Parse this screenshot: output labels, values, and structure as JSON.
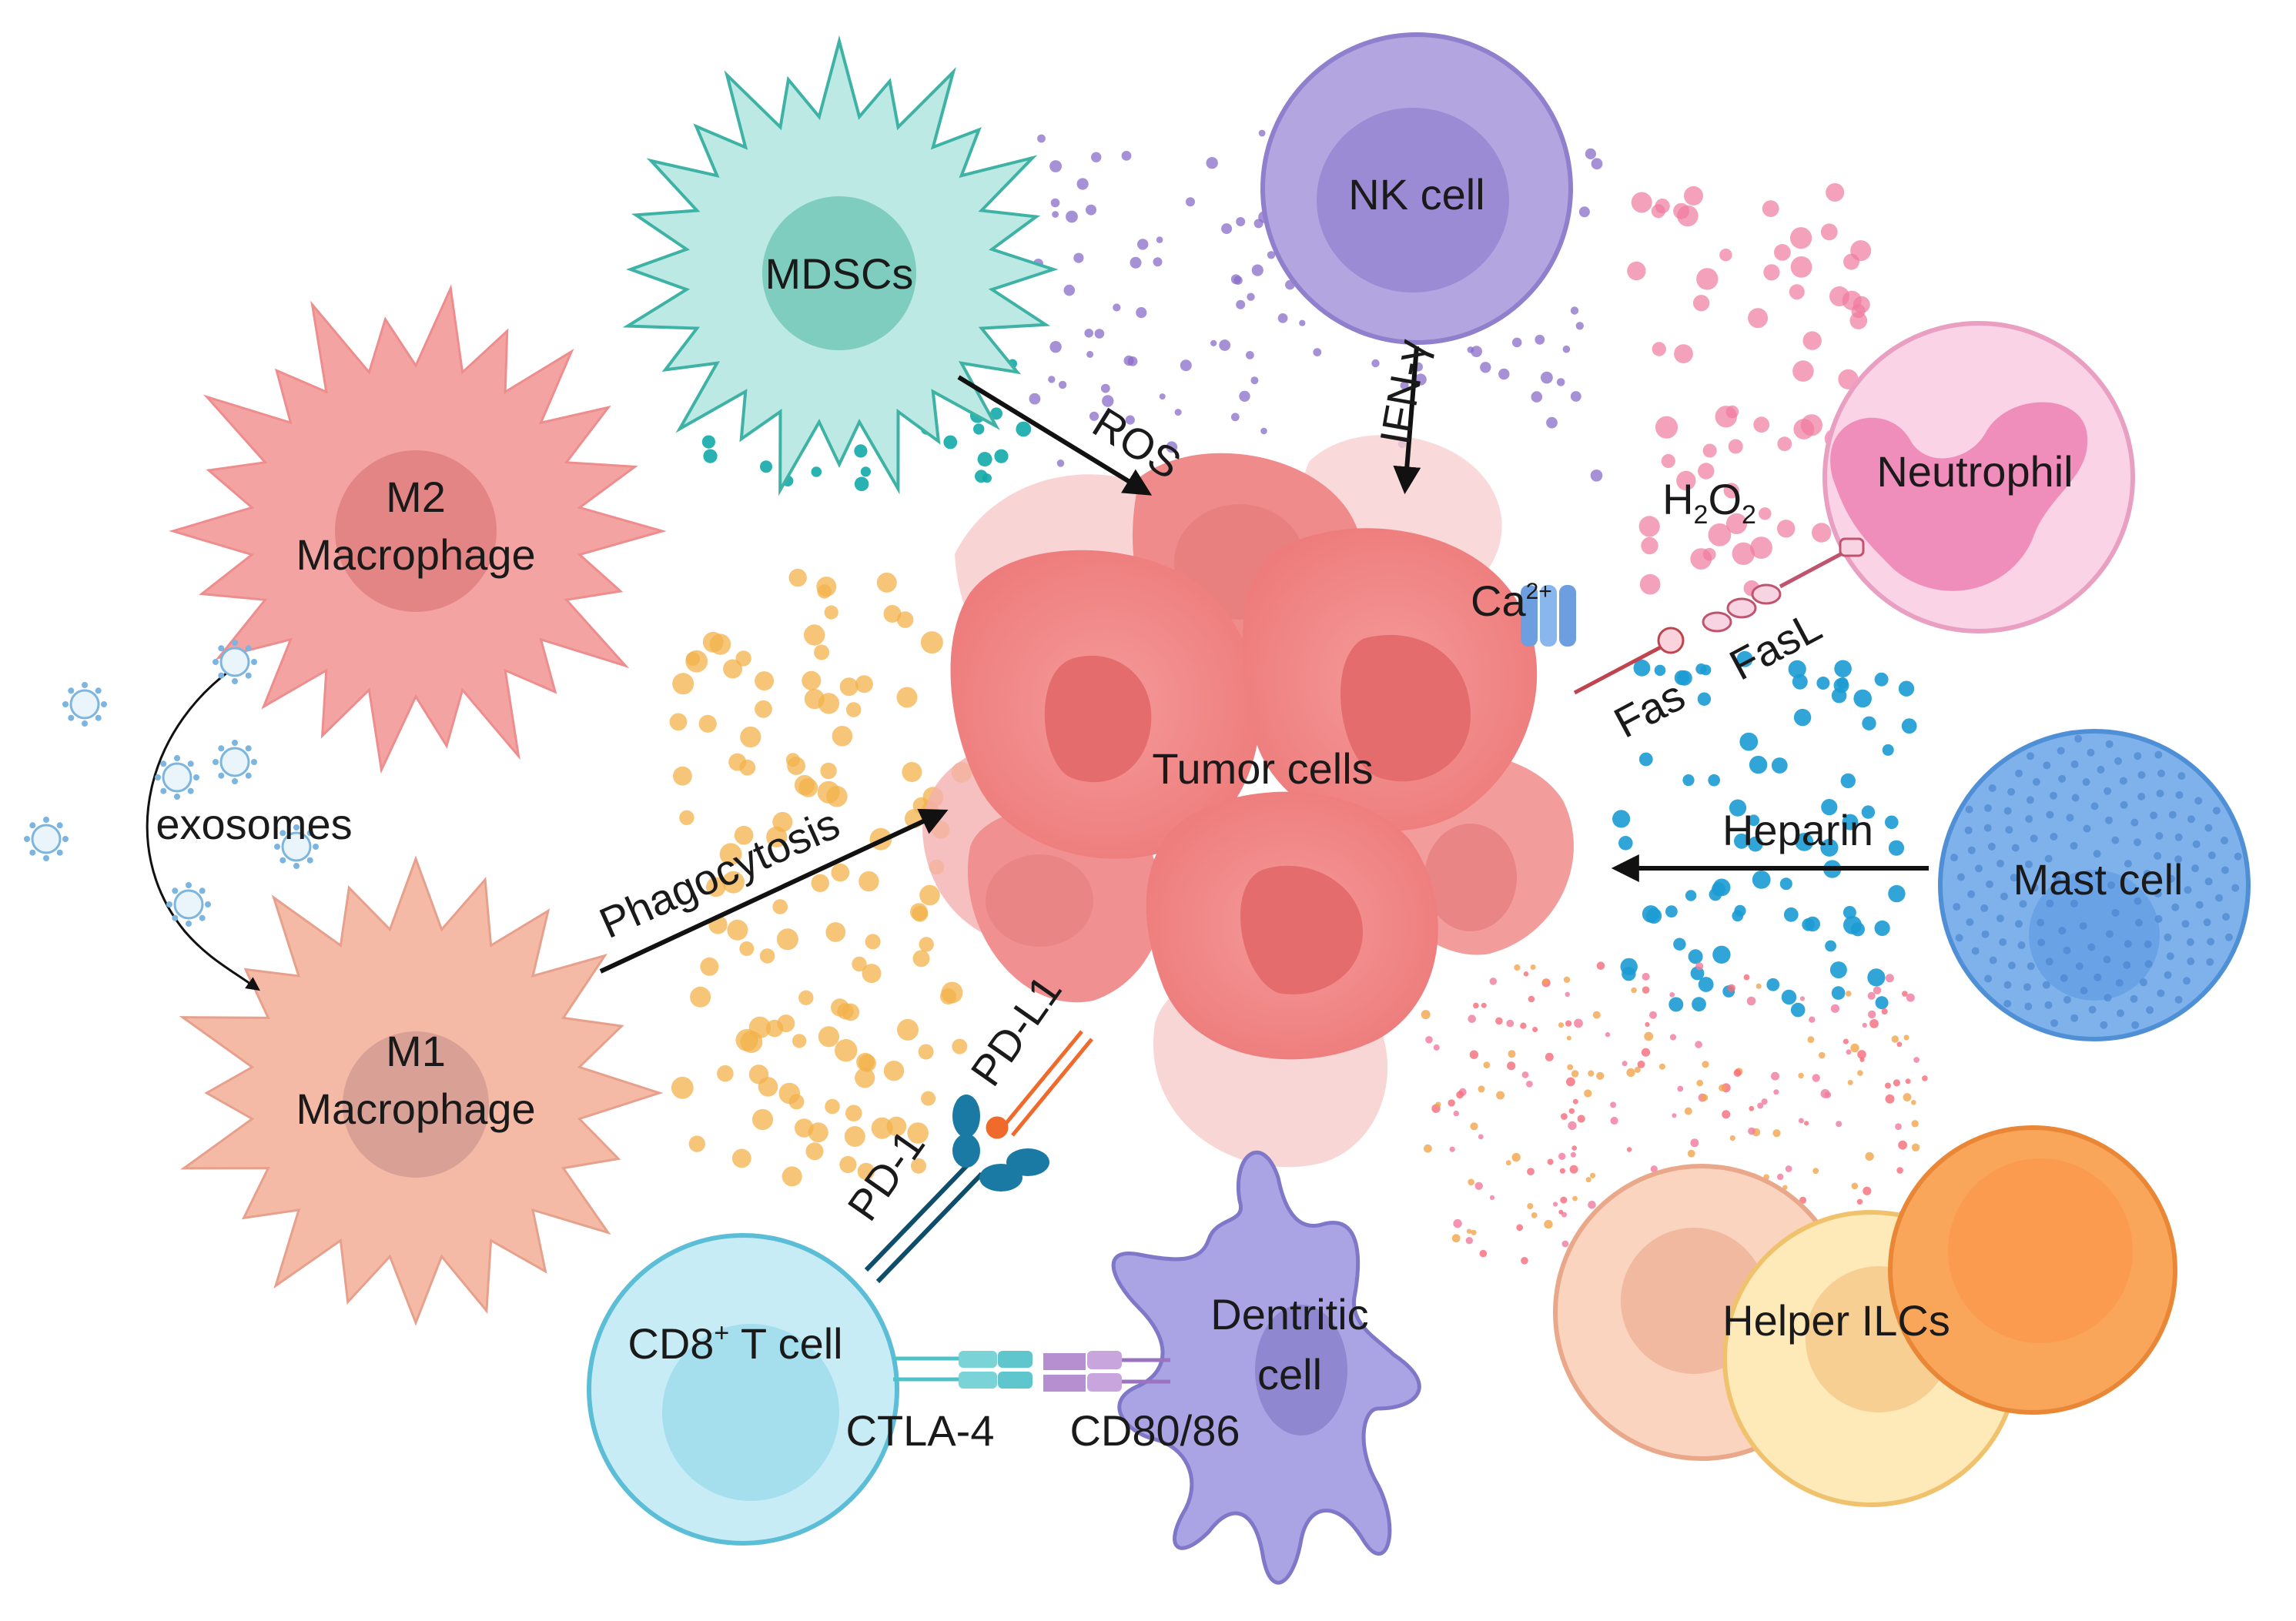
{
  "cells": {
    "mdscs": "MDSCs",
    "nk": "NK cell",
    "m2_line1": "M2",
    "m2_line2": "Macrophage",
    "m1_line1": "M1",
    "m1_line2": "Macrophage",
    "neutrophil": "Neutrophil",
    "mast": "Mast cell",
    "tumor": "Tumor cells",
    "cd8_main": "CD8",
    "cd8_sup": "+",
    "cd8_rest": " T cell",
    "dendritic_line1": "Dentritic",
    "dendritic_line2": "cell",
    "ilc": "Helper ILCs"
  },
  "labels": {
    "ros": "ROS",
    "ifn": "IFN-γ",
    "h2o2_h": "H",
    "h2o2_2a": "2",
    "h2o2_o": "O",
    "h2o2_2b": "2",
    "ca_main": "Ca",
    "ca_sup": "2+",
    "fas": "Fas",
    "fasl": "FasL",
    "heparin": "Heparin",
    "exosomes": "exosomes",
    "phagocytosis": "Phagocytosis",
    "pdl1": "PD-L1",
    "pd1": "PD-1",
    "ctla4": "CTLA-4",
    "cd8086": "CD80/86"
  },
  "colors": {
    "m2": "#f4a3a3",
    "m1": "#f5b8a3",
    "mdsc": "#a9e2dc",
    "nk": "#a99ad8",
    "neutrophil": "#f7c5dc",
    "mast": "#6fa6e3",
    "tumor": "#ef7e7e",
    "cd8": "#b5e6f1",
    "dendritic": "#a9a3e3",
    "ilc_orange": "#f9a55a",
    "ilc_yellow": "#fde3a7",
    "ilc_peach": "#f8c8b0",
    "arrow": "#111111"
  }
}
